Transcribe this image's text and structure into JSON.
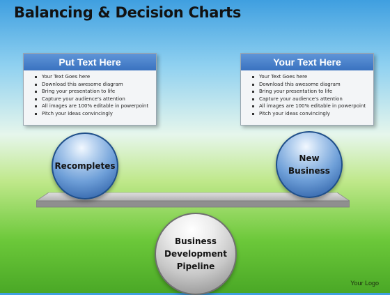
{
  "title": "Balancing & Decision Charts",
  "left_box": {
    "header": "Put Text Here",
    "bullets": [
      "Your Text Goes here",
      "Download this awesome diagram",
      "Bring your presentation to life",
      "Capture your audience's attention",
      "All images are 100% editable in powerpoint",
      "Pitch your ideas convincingly"
    ]
  },
  "right_box": {
    "header": "Your Text Here",
    "bullets": [
      "Your Text Goes here",
      "Download this awesome diagram",
      "Bring your presentation to life",
      "Capture your audience's attention",
      "All images are 100% editable in powerpoint",
      "Pitch your ideas convincingly"
    ]
  },
  "left_ball": {
    "lines": [
      "Recompletes"
    ]
  },
  "right_ball": {
    "lines": [
      "New",
      "Business"
    ]
  },
  "fulcrum_ball": {
    "lines": [
      "Business",
      "Development",
      "Pipeline"
    ]
  },
  "logo": "Your Logo",
  "colors": {
    "header_blue": "#3a72c0",
    "ball_blue": "#4a7fc0",
    "ball_grey": "#b4b4b4",
    "beam_grey": "#a8a8a8"
  }
}
